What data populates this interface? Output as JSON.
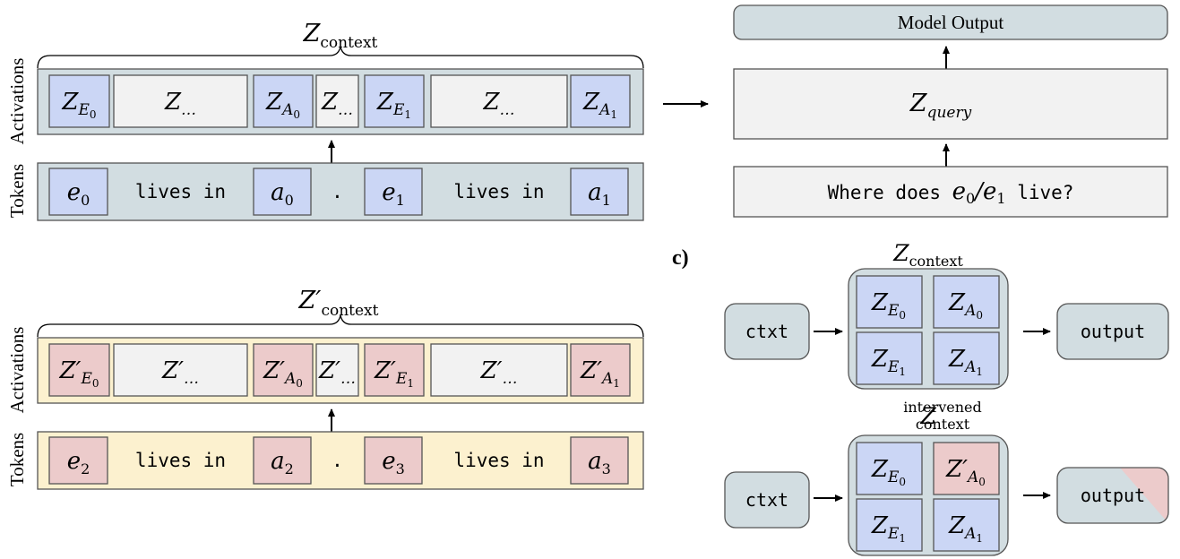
{
  "colors": {
    "gray_bg": "#d2dde1",
    "yellow_bg": "#fcf1cf",
    "blue": "#cbd6f5",
    "red": "#eccbcb",
    "light": "#f2f2f2",
    "stroke": "#555555"
  },
  "panel_a": {
    "row_label_activations": "Activations",
    "row_label_tokens": "Tokens",
    "brace_base": "Z",
    "brace_sub": "context",
    "activations": [
      {
        "base": "Z",
        "sub": "E",
        "subsub": "0"
      },
      {
        "base": "Z",
        "sub": "…",
        "subsub": ""
      },
      {
        "base": "Z",
        "sub": "A",
        "subsub": "0"
      },
      {
        "base": "Z",
        "sub": "…",
        "subsub": ""
      },
      {
        "base": "Z",
        "sub": "E",
        "subsub": "1"
      },
      {
        "base": "Z",
        "sub": "…",
        "subsub": ""
      },
      {
        "base": "Z",
        "sub": "A",
        "subsub": "1"
      }
    ],
    "tokens": [
      {
        "base": "e",
        "sub": "0"
      },
      {
        "text": "lives in"
      },
      {
        "base": "a",
        "sub": "0"
      },
      {
        "text": "."
      },
      {
        "base": "e",
        "sub": "1"
      },
      {
        "text": "lives in"
      },
      {
        "base": "a",
        "sub": "1"
      }
    ]
  },
  "panel_b": {
    "row_label_activations": "Activations",
    "row_label_tokens": "Tokens",
    "brace_base": "Z′",
    "brace_sub": "context",
    "activations": [
      {
        "base": "Z′",
        "sub": "E",
        "subsub": "0"
      },
      {
        "base": "Z′",
        "sub": "…",
        "subsub": ""
      },
      {
        "base": "Z′",
        "sub": "A",
        "subsub": "0"
      },
      {
        "base": "Z′",
        "sub": "…",
        "subsub": ""
      },
      {
        "base": "Z′",
        "sub": "E",
        "subsub": "1"
      },
      {
        "base": "Z′",
        "sub": "…",
        "subsub": ""
      },
      {
        "base": "Z′",
        "sub": "A",
        "subsub": "1"
      }
    ],
    "tokens": [
      {
        "base": "e",
        "sub": "2"
      },
      {
        "text": "lives in"
      },
      {
        "base": "a",
        "sub": "2"
      },
      {
        "text": "."
      },
      {
        "base": "e",
        "sub": "3"
      },
      {
        "text": "lives in"
      },
      {
        "base": "a",
        "sub": "3"
      }
    ]
  },
  "query": {
    "model_output": "Model Output",
    "zq_base": "Z",
    "zq_sub": "query",
    "question_pre": "Where does ",
    "question_e0": "e",
    "question_e0_sub": "0",
    "question_slash": "/",
    "question_e1": "e",
    "question_e1_sub": "1",
    "question_post": " live?"
  },
  "panel_c": {
    "label": "c)",
    "top_title_base": "Z",
    "top_title_sub": "context",
    "bottom_title_base": "Z",
    "bottom_title_sup": "intervened",
    "bottom_title_sub": "context",
    "ctxt": "ctxt",
    "output": "output",
    "grid_top": [
      {
        "base": "Z",
        "sub": "E",
        "subsub": "0"
      },
      {
        "base": "Z",
        "sub": "A",
        "subsub": "0"
      },
      {
        "base": "Z",
        "sub": "E",
        "subsub": "1"
      },
      {
        "base": "Z",
        "sub": "A",
        "subsub": "1"
      }
    ],
    "grid_bottom": [
      {
        "base": "Z",
        "sub": "E",
        "subsub": "0"
      },
      {
        "base": "Z′",
        "sub": "A",
        "subsub": "0"
      },
      {
        "base": "Z",
        "sub": "E",
        "subsub": "1"
      },
      {
        "base": "Z",
        "sub": "A",
        "subsub": "1"
      }
    ]
  }
}
